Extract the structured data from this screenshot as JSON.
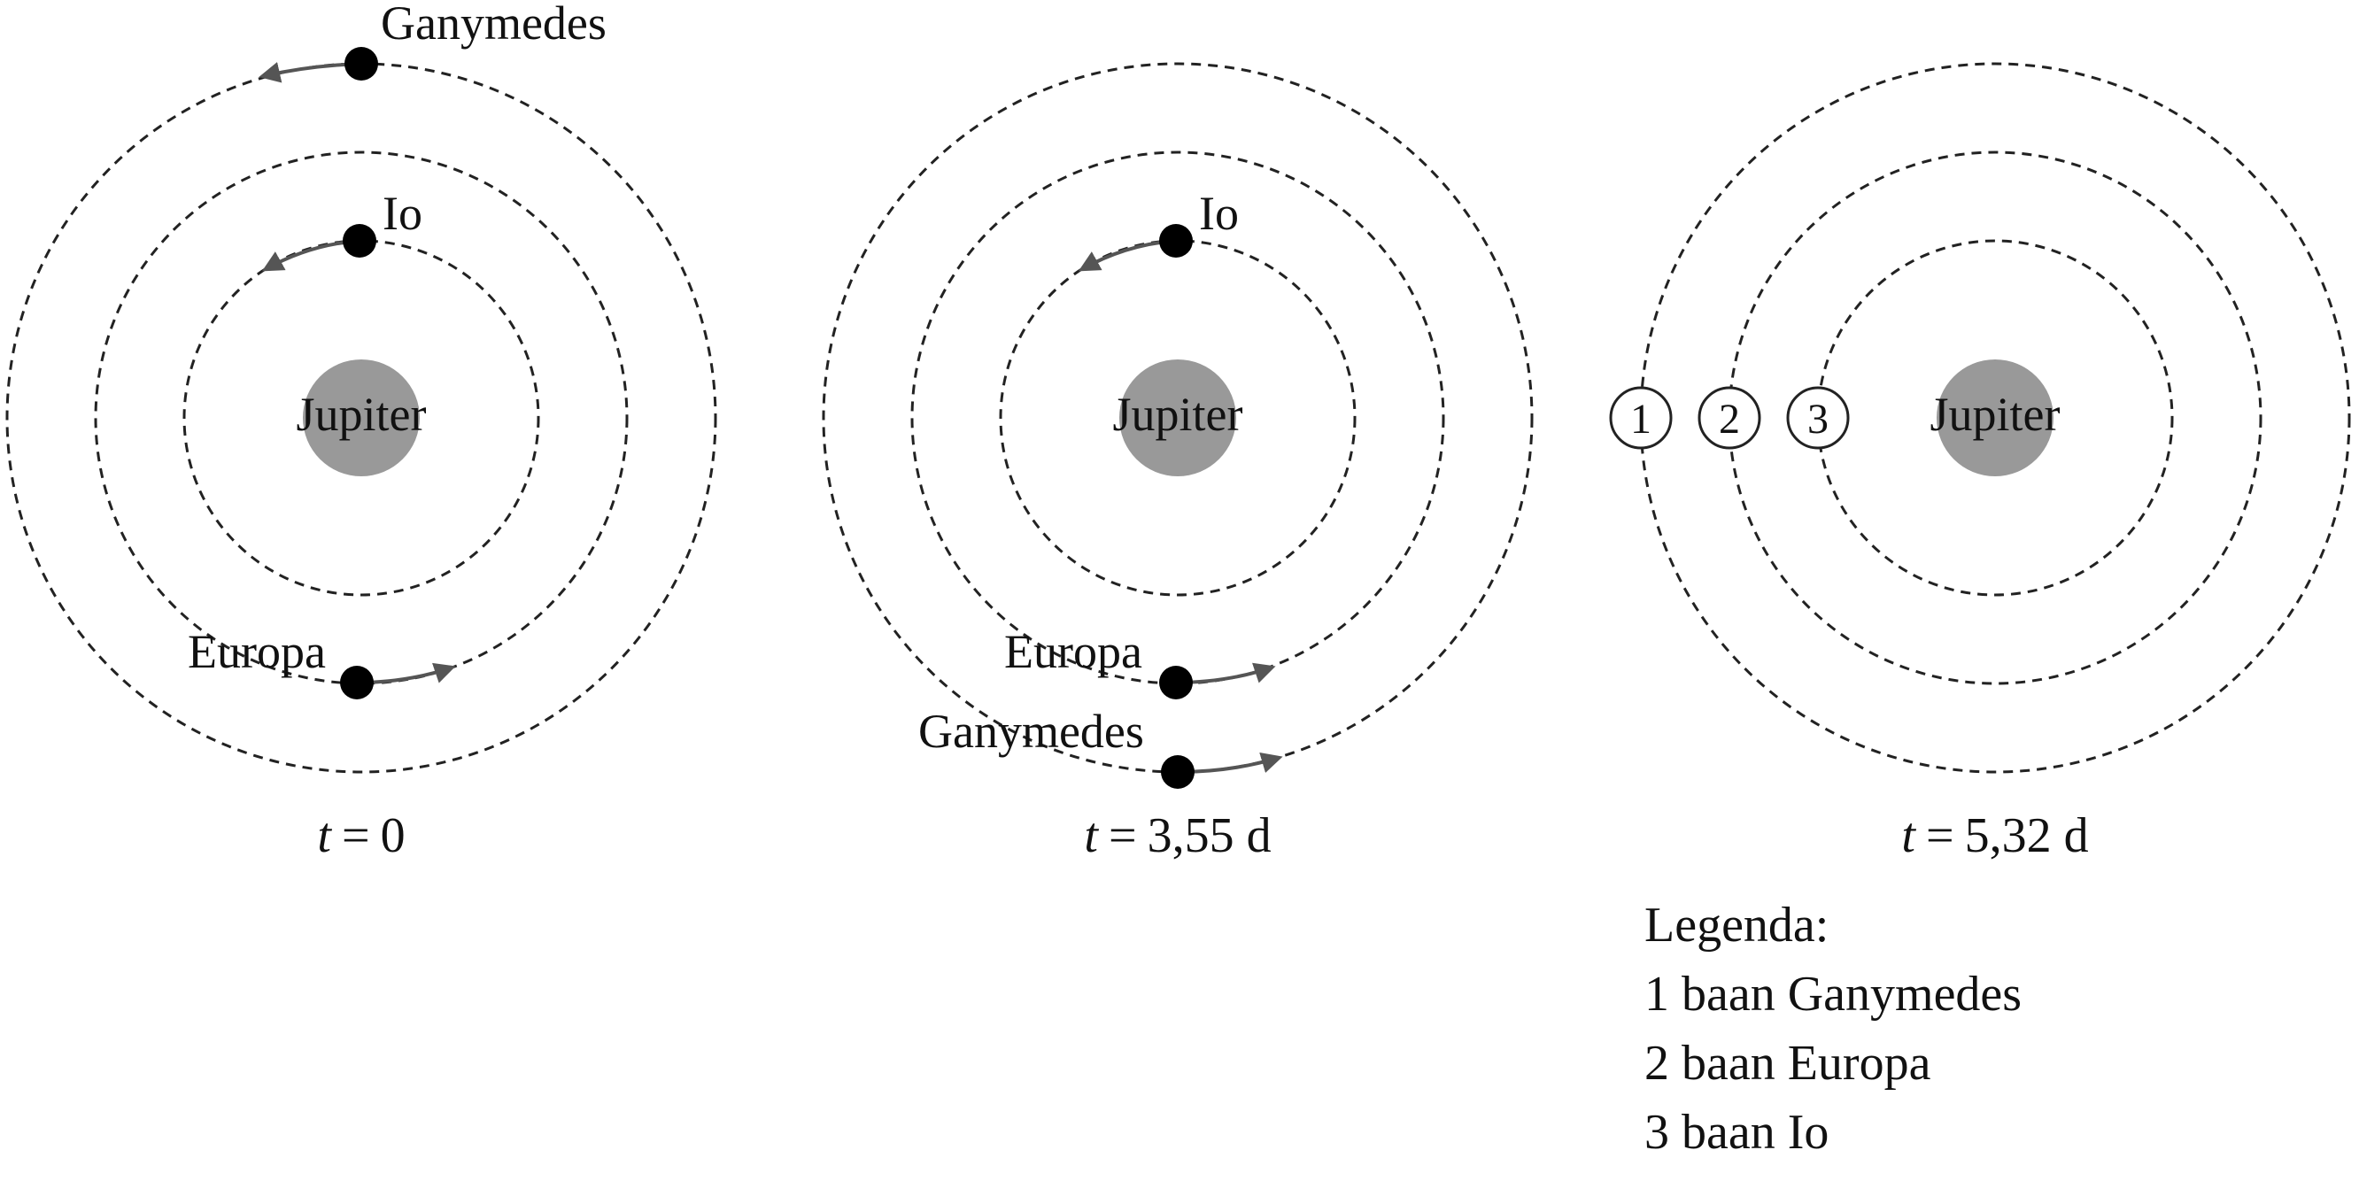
{
  "panels": [
    {
      "planet": "Jupiter",
      "time": "0",
      "moons": {
        "ganymedes": "Ganymedes",
        "io": "Io",
        "europa": "Europa"
      }
    },
    {
      "planet": "Jupiter",
      "time": "3,55 d",
      "moons": {
        "io": "Io",
        "europa": "Europa",
        "ganymedes": "Ganymedes"
      }
    },
    {
      "planet": "Jupiter",
      "time": "5,32 d",
      "markers": [
        "1",
        "2",
        "3"
      ]
    }
  ],
  "time_symbol": "t",
  "equals": "=",
  "legend": {
    "title": "Legenda:",
    "items": [
      "1 baan Ganymedes",
      "2 baan Europa",
      "3 baan Io"
    ]
  },
  "colors": {
    "planet": "#999999",
    "moon": "#000000",
    "arrow": "#555555",
    "orbit": "#222222"
  }
}
